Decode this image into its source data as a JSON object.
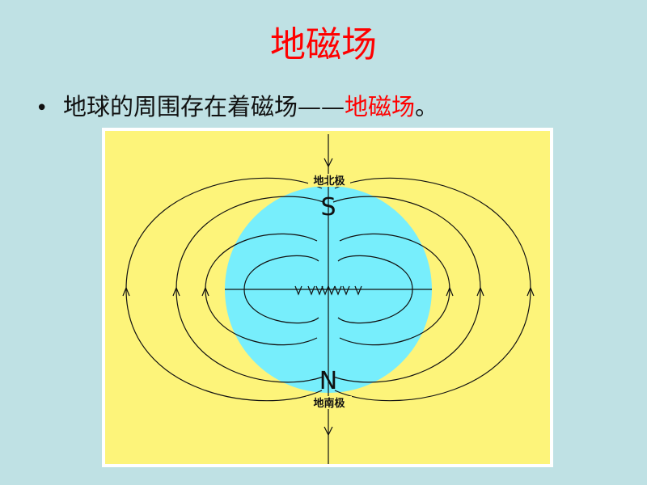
{
  "slide": {
    "title": "地磁场",
    "bullet_marker": "•",
    "bullet_text": "地球的周围存在着磁场——",
    "bullet_highlight": "地磁场",
    "bullet_end": "。"
  },
  "diagram": {
    "north_geo_label": "地北极",
    "south_geo_label": "地南极",
    "top_pole_letter": "S",
    "bottom_pole_letter": "N",
    "colors": {
      "background": "#bfe1e4",
      "panel": "#fdf47a",
      "earth": "#77eefc",
      "lines": "#111111",
      "accent": "#ff0000"
    }
  }
}
